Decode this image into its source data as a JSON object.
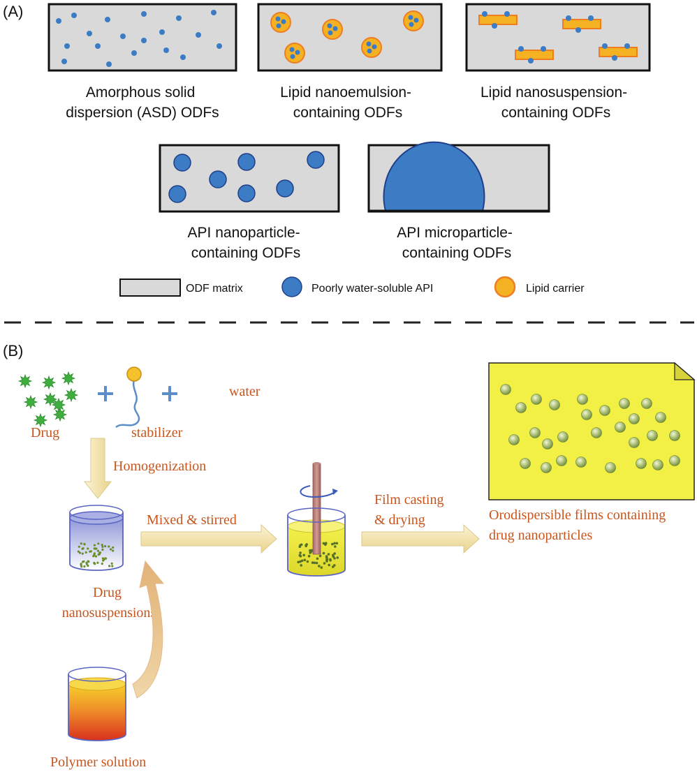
{
  "panel_a": {
    "label": "(A)",
    "boxes": [
      {
        "caption_lines": [
          "Amorphous solid",
          "dispersion (ASD) ODFs"
        ]
      },
      {
        "caption_lines": [
          "Lipid nanoemulsion-",
          "containing ODFs"
        ]
      },
      {
        "caption_lines": [
          "Lipid nanosuspension-",
          "containing ODFs"
        ]
      },
      {
        "caption_lines": [
          "API nanoparticle-",
          "containing ODFs"
        ]
      },
      {
        "caption_lines": [
          "API microparticle-",
          "containing ODFs"
        ]
      }
    ],
    "legend": {
      "matrix": "ODF matrix",
      "api": "Poorly water-soluble API",
      "lipid": "Lipid carrier"
    }
  },
  "panel_b": {
    "label": "(B)",
    "drug": "Drug",
    "stabilizer": "stabilizer",
    "water": "water",
    "homogenization": "Homogenization",
    "mixed": "Mixed & stirred",
    "film_casting_lines": [
      "Film casting",
      "& drying"
    ],
    "nanosuspensions_lines": [
      "Drug",
      "nanosuspensions"
    ],
    "polymer": "Polymer solution",
    "product_lines": [
      "Orodispersible films containing",
      "drug nanoparticles"
    ]
  },
  "colors": {
    "matrix": "#d9d9d9",
    "api": "#3b7cc4",
    "lipid": "#f4b223",
    "lipid_edge": "#ef7d22",
    "orange_text": "#c8551c",
    "drug_green": "#3fae3f",
    "film_yellow": "#f2ef45",
    "arrow_fill": "#f3e5b5"
  }
}
